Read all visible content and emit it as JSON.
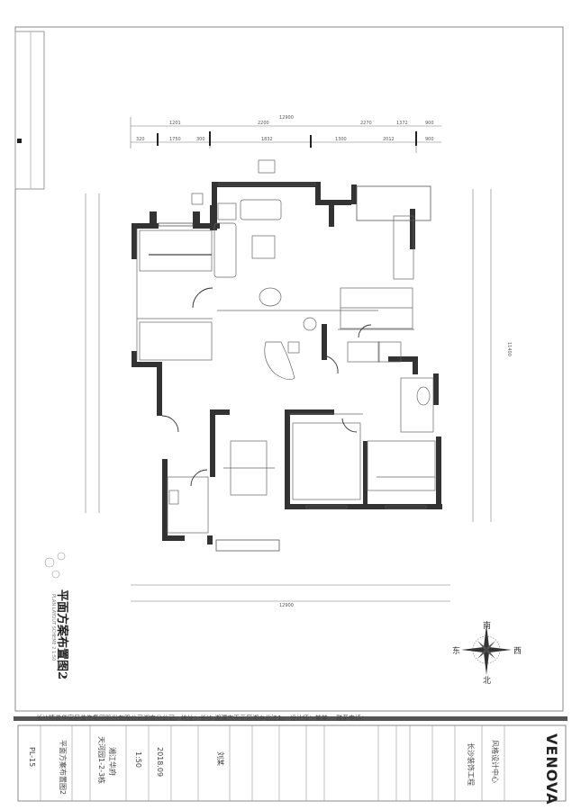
{
  "drawing": {
    "title": "平面方案布置图2",
    "subtitle": "PLAN LAYOUT SCHEME 2  1:50",
    "overall_dimension_top": "12900",
    "overall_dimension_bottom": "12900",
    "overall_dimension_right": "11400",
    "top_dimensions": [
      "1201",
      "2200",
      "2270",
      "1372",
      "900"
    ],
    "top_dimensions_2": [
      "320",
      "1750",
      "300",
      "1832",
      "1300",
      "2012",
      "900"
    ]
  },
  "compass": {
    "north": "北",
    "south": "南",
    "east": "东",
    "west": "西"
  },
  "footer_note": "长沙精装华家居装饰集团股份有限公司湖南分公司，地址：长沙  湘潭市天元区湘乡北江1。  设计师：某某，  联系电话：",
  "title_block": {
    "drawing_no": "PL-15",
    "drawing_name": "平面方案布置图2",
    "project": "湘江华府",
    "project_sub": "天河园1-2-3栋",
    "scale": "1:50",
    "date": "2018.09",
    "designer": "刘某",
    "company_label": "长沙装饰工程",
    "company_line": "风格设计中心",
    "brand": "VENOVA"
  }
}
